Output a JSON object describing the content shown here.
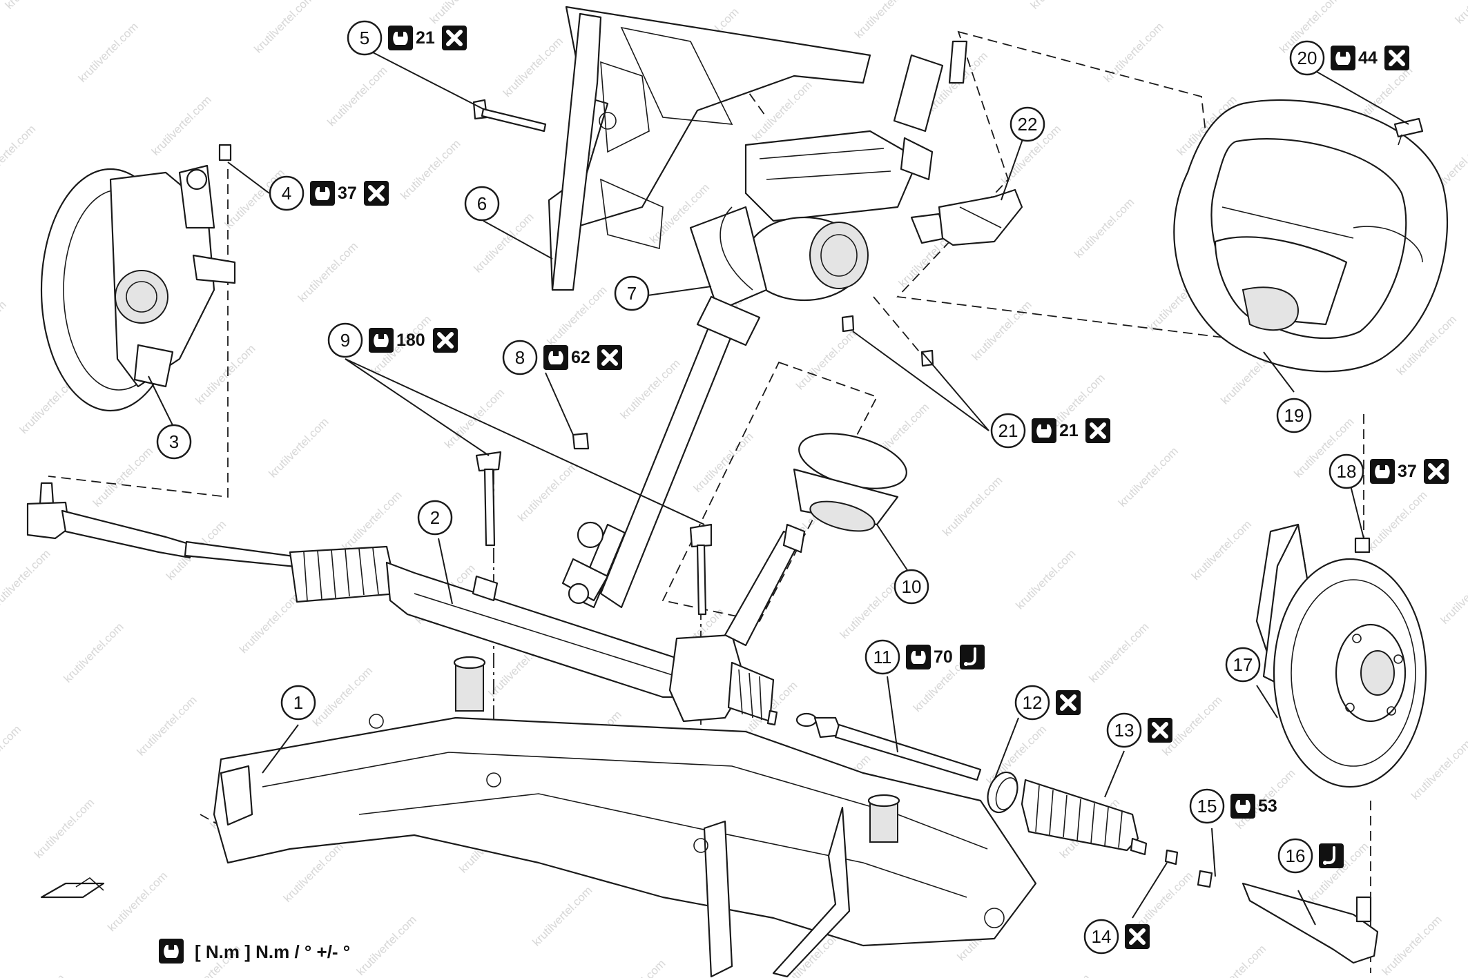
{
  "watermark_text": "krutilvertel.com",
  "legend": {
    "text": "[ N.m ] N.m / ° +/- °"
  },
  "icons": {
    "torque": "torque-wrench-icon",
    "replace": "replace-part-cross-icon",
    "grease": "apply-grease-icon"
  },
  "callouts": [
    {
      "id": "1",
      "label": "1"
    },
    {
      "id": "2",
      "label": "2"
    },
    {
      "id": "3",
      "label": "3"
    },
    {
      "id": "4",
      "label": "4",
      "torque": "37"
    },
    {
      "id": "5",
      "label": "5",
      "torque": "21"
    },
    {
      "id": "6",
      "label": "6"
    },
    {
      "id": "7",
      "label": "7"
    },
    {
      "id": "8",
      "label": "8",
      "torque": "62"
    },
    {
      "id": "9",
      "label": "9",
      "torque": "180"
    },
    {
      "id": "10",
      "label": "10"
    },
    {
      "id": "11",
      "label": "11",
      "torque": "70"
    },
    {
      "id": "12",
      "label": "12"
    },
    {
      "id": "13",
      "label": "13"
    },
    {
      "id": "14",
      "label": "14"
    },
    {
      "id": "15",
      "label": "15",
      "torque": "53"
    },
    {
      "id": "16",
      "label": "16"
    },
    {
      "id": "17",
      "label": "17"
    },
    {
      "id": "18",
      "label": "18",
      "torque": "37"
    },
    {
      "id": "19",
      "label": "19"
    },
    {
      "id": "20",
      "label": "20",
      "torque": "44"
    },
    {
      "id": "21",
      "label": "21",
      "torque": "21"
    },
    {
      "id": "22",
      "label": "22"
    }
  ]
}
